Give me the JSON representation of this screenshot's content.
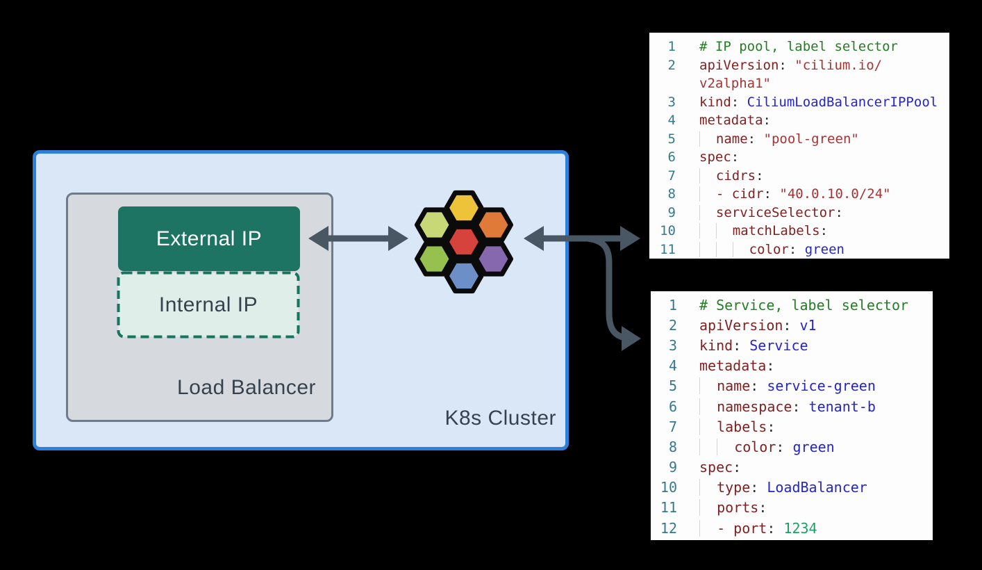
{
  "diagram": {
    "k8s_cluster": {
      "label": "K8s Cluster"
    },
    "load_balancer": {
      "label": "Load Balancer"
    },
    "external_ip": {
      "label": "External IP"
    },
    "internal_ip": {
      "label": "Internal IP"
    }
  },
  "colors": {
    "cluster_fill": "#d9e7f7",
    "cluster_border": "#2e7fd9",
    "lb_fill": "#d6dadf",
    "lb_border": "#6e7b8c",
    "external_fill": "#1e7463",
    "external_text": "#ffffff",
    "internal_fill": "#e0eee9",
    "internal_border": "#17745f",
    "label_text": "#36434f",
    "arrow": "#495663",
    "code_bg": "#fdfdfd",
    "line_no": "#35798f",
    "guide": "#d4d4d4",
    "tok_com": "#237d23",
    "tok_key": "#801f1f",
    "tok_str": "#a43434",
    "tok_val": "#2424cc",
    "tok_num": "#1d9e64",
    "tok_punc": "#2b2b2b"
  },
  "cilium_logo": {
    "hexagons": [
      {
        "position": "center",
        "color": "#d6423c"
      },
      {
        "position": "top",
        "color": "#eec339"
      },
      {
        "position": "top-right",
        "color": "#e07a38"
      },
      {
        "position": "bottom-right",
        "color": "#8668af"
      },
      {
        "position": "bottom",
        "color": "#6c8fc8"
      },
      {
        "position": "bottom-left",
        "color": "#97c14f"
      },
      {
        "position": "top-left",
        "color": "#c8d876"
      }
    ]
  },
  "code_blocks": [
    {
      "id": "ip-pool-yaml",
      "rows": [
        {
          "n": "1",
          "t": [
            [
              "com",
              "# IP pool, label selector"
            ]
          ]
        },
        {
          "n": "2",
          "t": [
            [
              "key",
              "apiVersion"
            ],
            [
              "punc",
              ":"
            ],
            [
              "str",
              " \"cilium.io/"
            ]
          ]
        },
        {
          "n": "",
          "t": [
            [
              "str",
              "v2alpha1\""
            ]
          ]
        },
        {
          "n": "3",
          "t": [
            [
              "key",
              "kind"
            ],
            [
              "punc",
              ":"
            ],
            [
              "val",
              " CiliumLoadBalancerIPPool"
            ]
          ]
        },
        {
          "n": "4",
          "t": [
            [
              "key",
              "metadata"
            ],
            [
              "punc",
              ":"
            ]
          ]
        },
        {
          "n": "5",
          "t": [
            [
              "ind",
              "  "
            ],
            [
              "key",
              "name"
            ],
            [
              "punc",
              ":"
            ],
            [
              "str",
              " \"pool-green\""
            ]
          ]
        },
        {
          "n": "6",
          "t": [
            [
              "key",
              "spec"
            ],
            [
              "punc",
              ":"
            ]
          ]
        },
        {
          "n": "7",
          "t": [
            [
              "ind",
              "  "
            ],
            [
              "key",
              "cidrs"
            ],
            [
              "punc",
              ":"
            ]
          ]
        },
        {
          "n": "8",
          "t": [
            [
              "ind",
              "  "
            ],
            [
              "key",
              "- cidr"
            ],
            [
              "punc",
              ":"
            ],
            [
              "str",
              " \"40.0.10.0/24\""
            ]
          ]
        },
        {
          "n": "9",
          "t": [
            [
              "ind",
              "  "
            ],
            [
              "key",
              "serviceSelector"
            ],
            [
              "punc",
              ":"
            ]
          ]
        },
        {
          "n": "10",
          "t": [
            [
              "ind",
              "  "
            ],
            [
              "ind",
              "  "
            ],
            [
              "key",
              "matchLabels"
            ],
            [
              "punc",
              ":"
            ]
          ]
        },
        {
          "n": "11",
          "t": [
            [
              "ind",
              "  "
            ],
            [
              "ind",
              "  "
            ],
            [
              "ind",
              "  "
            ],
            [
              "key",
              "color"
            ],
            [
              "punc",
              ":"
            ],
            [
              "val",
              " green"
            ]
          ]
        }
      ]
    },
    {
      "id": "service-yaml",
      "rows": [
        {
          "n": "1",
          "t": [
            [
              "com",
              "# Service, label selector"
            ]
          ]
        },
        {
          "n": "2",
          "t": [
            [
              "key",
              "apiVersion"
            ],
            [
              "punc",
              ":"
            ],
            [
              "val",
              " v1"
            ]
          ]
        },
        {
          "n": "3",
          "t": [
            [
              "key",
              "kind"
            ],
            [
              "punc",
              ":"
            ],
            [
              "val",
              " Service"
            ]
          ]
        },
        {
          "n": "4",
          "t": [
            [
              "key",
              "metadata"
            ],
            [
              "punc",
              ":"
            ]
          ]
        },
        {
          "n": "5",
          "t": [
            [
              "ind",
              "  "
            ],
            [
              "key",
              "name"
            ],
            [
              "punc",
              ":"
            ],
            [
              "val",
              " service-green"
            ]
          ]
        },
        {
          "n": "6",
          "t": [
            [
              "ind",
              "  "
            ],
            [
              "key",
              "namespace"
            ],
            [
              "punc",
              ":"
            ],
            [
              "val",
              " tenant-b"
            ]
          ]
        },
        {
          "n": "7",
          "t": [
            [
              "ind",
              "  "
            ],
            [
              "key",
              "labels"
            ],
            [
              "punc",
              ":"
            ]
          ]
        },
        {
          "n": "8",
          "t": [
            [
              "ind",
              "  "
            ],
            [
              "ind",
              "  "
            ],
            [
              "key",
              "color"
            ],
            [
              "punc",
              ":"
            ],
            [
              "val",
              " green"
            ]
          ]
        },
        {
          "n": "9",
          "t": [
            [
              "key",
              "spec"
            ],
            [
              "punc",
              ":"
            ]
          ]
        },
        {
          "n": "10",
          "t": [
            [
              "ind",
              "  "
            ],
            [
              "key",
              "type"
            ],
            [
              "punc",
              ":"
            ],
            [
              "val",
              " LoadBalancer"
            ]
          ]
        },
        {
          "n": "11",
          "t": [
            [
              "ind",
              "  "
            ],
            [
              "key",
              "ports"
            ],
            [
              "punc",
              ":"
            ]
          ]
        },
        {
          "n": "12",
          "t": [
            [
              "ind",
              "  "
            ],
            [
              "key",
              "- port"
            ],
            [
              "punc",
              ":"
            ],
            [
              "num",
              " 1234"
            ]
          ]
        }
      ]
    }
  ]
}
